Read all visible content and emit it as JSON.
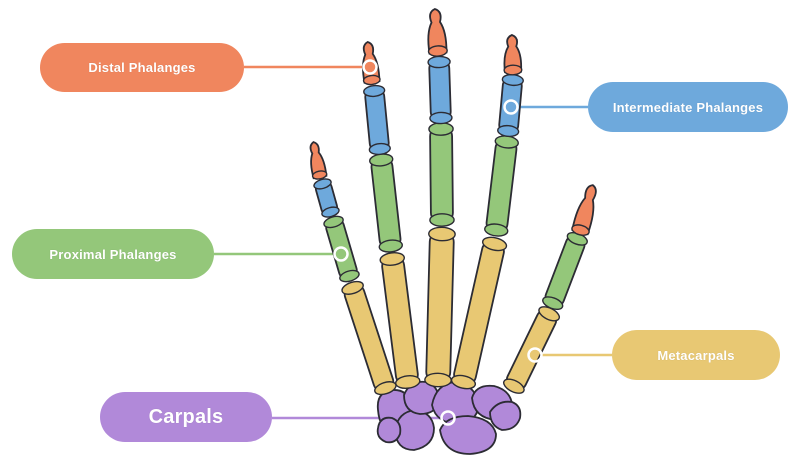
{
  "colors": {
    "distal": "#F0865E",
    "intermediate": "#6EA9DC",
    "proximal": "#94C77A",
    "metacarpal": "#E8C873",
    "carpal": "#B189D9",
    "outline": "#2C2C34"
  },
  "labels": {
    "distal": "Distal Phalanges",
    "intermediate": "Intermediate Phalanges",
    "proximal": "Proximal Phalanges",
    "metacarpals": "Metacarpals",
    "carpals": "Carpals"
  }
}
